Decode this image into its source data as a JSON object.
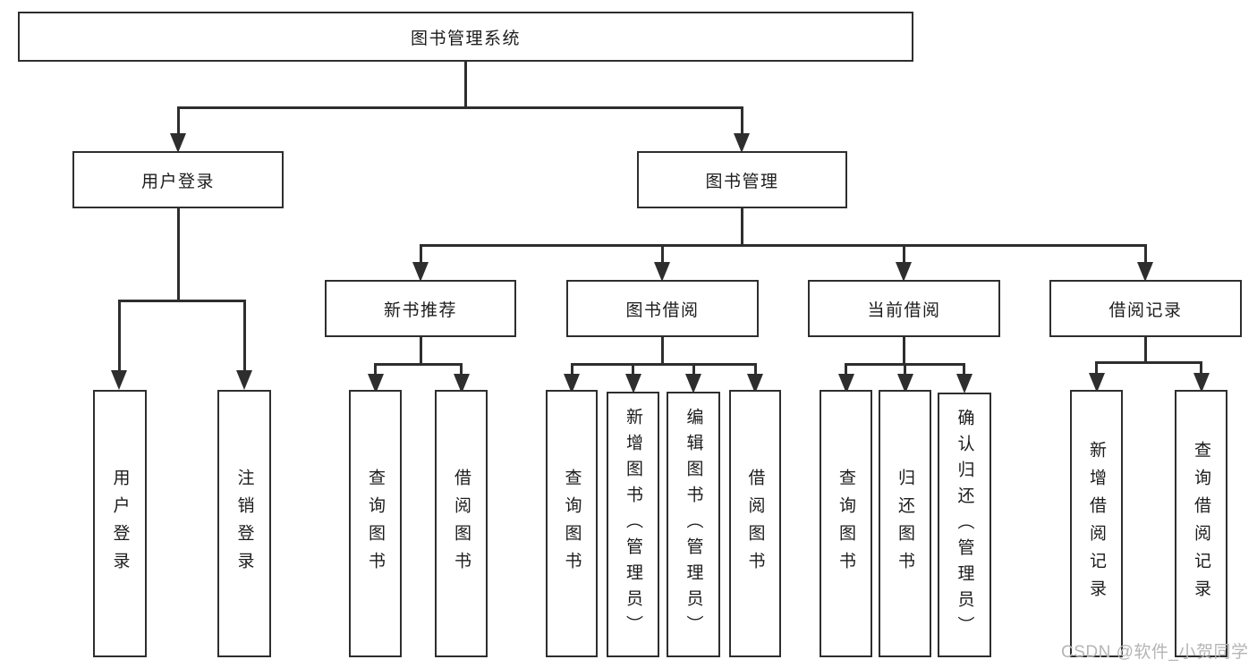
{
  "title": "图书管理系统",
  "nodes": {
    "root": {
      "label": "图书管理系统"
    },
    "level2": [
      {
        "label": "用户登录"
      },
      {
        "label": "图书管理"
      }
    ],
    "level3": [
      {
        "label": "新书推荐"
      },
      {
        "label": "图书借阅"
      },
      {
        "label": "当前借阅"
      },
      {
        "label": "借阅记录"
      }
    ],
    "leaves": {
      "user_login": [
        {
          "label": "用户登录"
        },
        {
          "label": "注销登录"
        }
      ],
      "new_book": [
        {
          "label": "查询图书"
        },
        {
          "label": "借阅图书"
        }
      ],
      "book_borrow": [
        {
          "label": "查询图书"
        },
        {
          "label": "新增图书（管理员）"
        },
        {
          "label": "编辑图书（管理员）"
        },
        {
          "label": "借阅图书"
        }
      ],
      "current_borrow": [
        {
          "label": "查询图书"
        },
        {
          "label": "归还图书"
        },
        {
          "label": "确认归还（管理员）"
        }
      ],
      "borrow_records": [
        {
          "label": "新增借阅记录"
        },
        {
          "label": "查询借阅记录"
        }
      ]
    }
  },
  "watermark": {
    "text": "CSDN @软件_小贺同学"
  },
  "colors": {
    "line": "#2e2e2e",
    "box_border": "#2e2e2e",
    "text": "#1c1c1c",
    "watermark": "#b5b5b5",
    "background": "#ffffff"
  }
}
